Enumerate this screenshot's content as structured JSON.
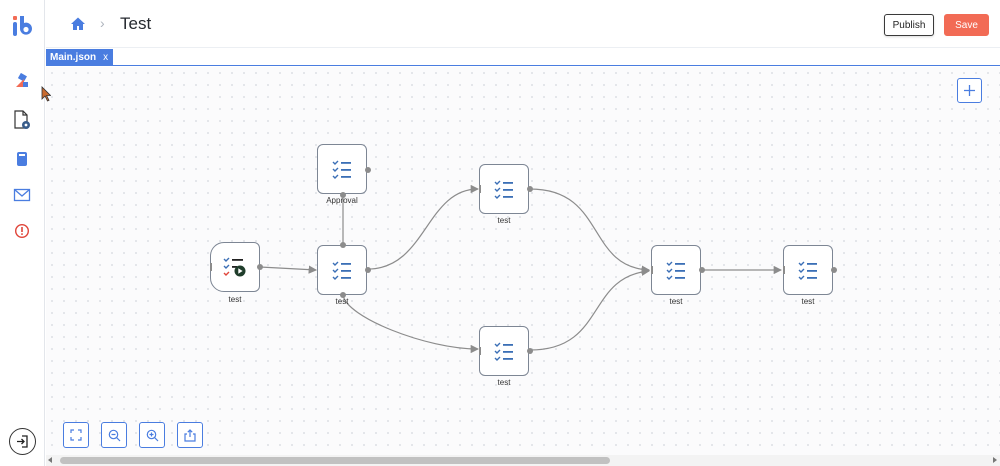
{
  "header": {
    "title": "Test",
    "breadcrumb_separator": "›",
    "publish_label": "Publish",
    "save_label": "Save"
  },
  "sidebar": {
    "logo_icon": "ib-logo-icon",
    "items": [
      {
        "icon": "connectors-icon"
      },
      {
        "icon": "document-settings-icon"
      },
      {
        "icon": "card-icon"
      },
      {
        "icon": "mail-icon"
      },
      {
        "icon": "alert-icon"
      }
    ],
    "exit_icon": "exit-icon"
  },
  "tabs": [
    {
      "label": "Main.json",
      "close": "x"
    }
  ],
  "workflow": {
    "nodes": [
      {
        "id": "start",
        "label": "test",
        "kind": "start"
      },
      {
        "id": "approval",
        "label": "Approval",
        "kind": "task"
      },
      {
        "id": "n2",
        "label": "test",
        "kind": "task"
      },
      {
        "id": "n3",
        "label": "test",
        "kind": "task"
      },
      {
        "id": "n4",
        "label": "test",
        "kind": "task"
      },
      {
        "id": "n5",
        "label": "test",
        "kind": "task"
      },
      {
        "id": "n6",
        "label": "test",
        "kind": "task"
      }
    ]
  },
  "toolbar": {
    "add_icon": "plus-icon",
    "tools": [
      "fit-view-icon",
      "zoom-out-icon",
      "zoom-in-icon",
      "export-icon"
    ]
  },
  "colors": {
    "accent": "#4a7de0",
    "save": "#f26b55",
    "node_icon": "#3b6fb6"
  }
}
